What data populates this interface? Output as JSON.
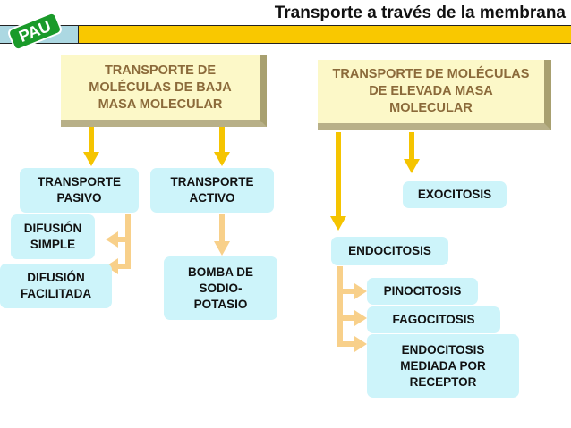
{
  "header": {
    "title": "Transporte a través de la membrana",
    "badge": "PAU"
  },
  "colors": {
    "gold": "#f9c800",
    "arrow_yellow": "#f5c400",
    "arrow_peach": "#f8d08a",
    "node_bg": "#cdf4fa",
    "bevel_bg": "#fcf8c8"
  },
  "diagram": {
    "low_mass": "TRANSPORTE DE MOLÉCULAS DE BAJA MASA MOLECULAR",
    "high_mass": "TRANSPORTE DE MOLÉCULAS DE ELEVADA MASA MOLECULAR",
    "passive": "TRANSPORTE PASIVO",
    "active": "TRANSPORTE ACTIVO",
    "simple_diffusion": "DIFUSIÓN SIMPLE",
    "facilitated_diffusion": "DIFUSIÓN FACILITADA",
    "pump": "BOMBA DE SODIO-POTASIO",
    "exocytosis": "EXOCITOSIS",
    "endocytosis": "ENDOCITOSIS",
    "pinocytosis": "PINOCITOSIS",
    "phagocytosis": "FAGOCITOSIS",
    "receptor_endocytosis": "ENDOCITOSIS MEDIADA POR RECEPTOR"
  }
}
